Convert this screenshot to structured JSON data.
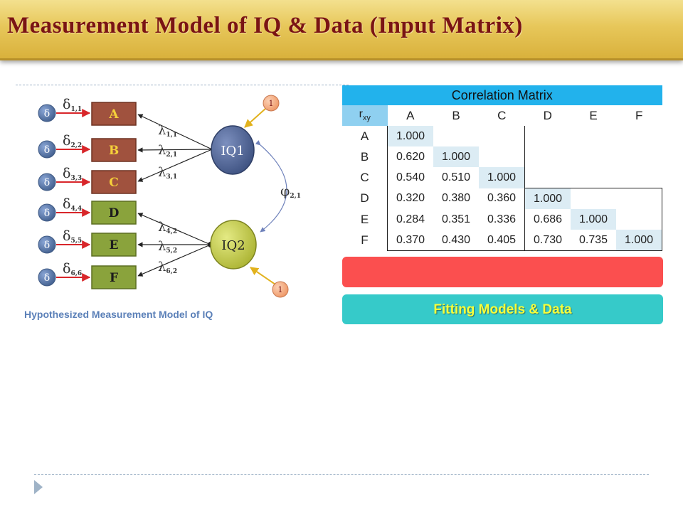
{
  "slide": {
    "title": "Measurement Model of IQ & Data (Input Matrix)"
  },
  "diagram": {
    "caption": "Hypothesized Measurement Model of IQ",
    "error_symbol": "δ",
    "error_labels": [
      {
        "main": "δ",
        "sub": "1,1"
      },
      {
        "main": "δ",
        "sub": "2,2"
      },
      {
        "main": "δ",
        "sub": "3,3"
      },
      {
        "main": "δ",
        "sub": "4,4"
      },
      {
        "main": "δ",
        "sub": "5,5"
      },
      {
        "main": "δ",
        "sub": "6,6"
      }
    ],
    "indicators": [
      "A",
      "B",
      "C",
      "D",
      "E",
      "F"
    ],
    "loadings": [
      {
        "main": "λ",
        "sub": "1,1"
      },
      {
        "main": "λ",
        "sub": "2,1"
      },
      {
        "main": "λ",
        "sub": "3,1"
      },
      {
        "main": "λ",
        "sub": "4,2"
      },
      {
        "main": "λ",
        "sub": "5,2"
      },
      {
        "main": "λ",
        "sub": "6,2"
      }
    ],
    "latents": [
      "IQ1",
      "IQ2"
    ],
    "variance_fix": [
      "1",
      "1"
    ],
    "covariance": {
      "main": "φ",
      "sub": "2,1"
    },
    "colors": {
      "indicator_red": "#a0523e",
      "indicator_green": "#8aa33c",
      "latent1": "#4a6496",
      "latent2": "#c6cd46",
      "error_circle": "#5e7fa8",
      "fix_circle": "#f2a47a"
    }
  },
  "matrix": {
    "title": "Correlation Matrix",
    "corner": {
      "main": "r",
      "sub": "xy"
    },
    "columns": [
      "A",
      "B",
      "C",
      "D",
      "E",
      "F"
    ],
    "rows": [
      {
        "label": "A",
        "values": [
          "1.000"
        ]
      },
      {
        "label": "B",
        "values": [
          "0.620",
          "1.000"
        ]
      },
      {
        "label": "C",
        "values": [
          "0.540",
          "0.510",
          "1.000"
        ]
      },
      {
        "label": "D",
        "values": [
          "0.320",
          "0.380",
          "0.360",
          "1.000"
        ]
      },
      {
        "label": "E",
        "values": [
          "0.284",
          "0.351",
          "0.336",
          "0.686",
          "1.000"
        ]
      },
      {
        "label": "F",
        "values": [
          "0.370",
          "0.430",
          "0.405",
          "0.730",
          "0.735",
          "1.000"
        ]
      }
    ]
  },
  "buttons": {
    "primary_label": "",
    "secondary_label": "Fitting Models & Data"
  }
}
